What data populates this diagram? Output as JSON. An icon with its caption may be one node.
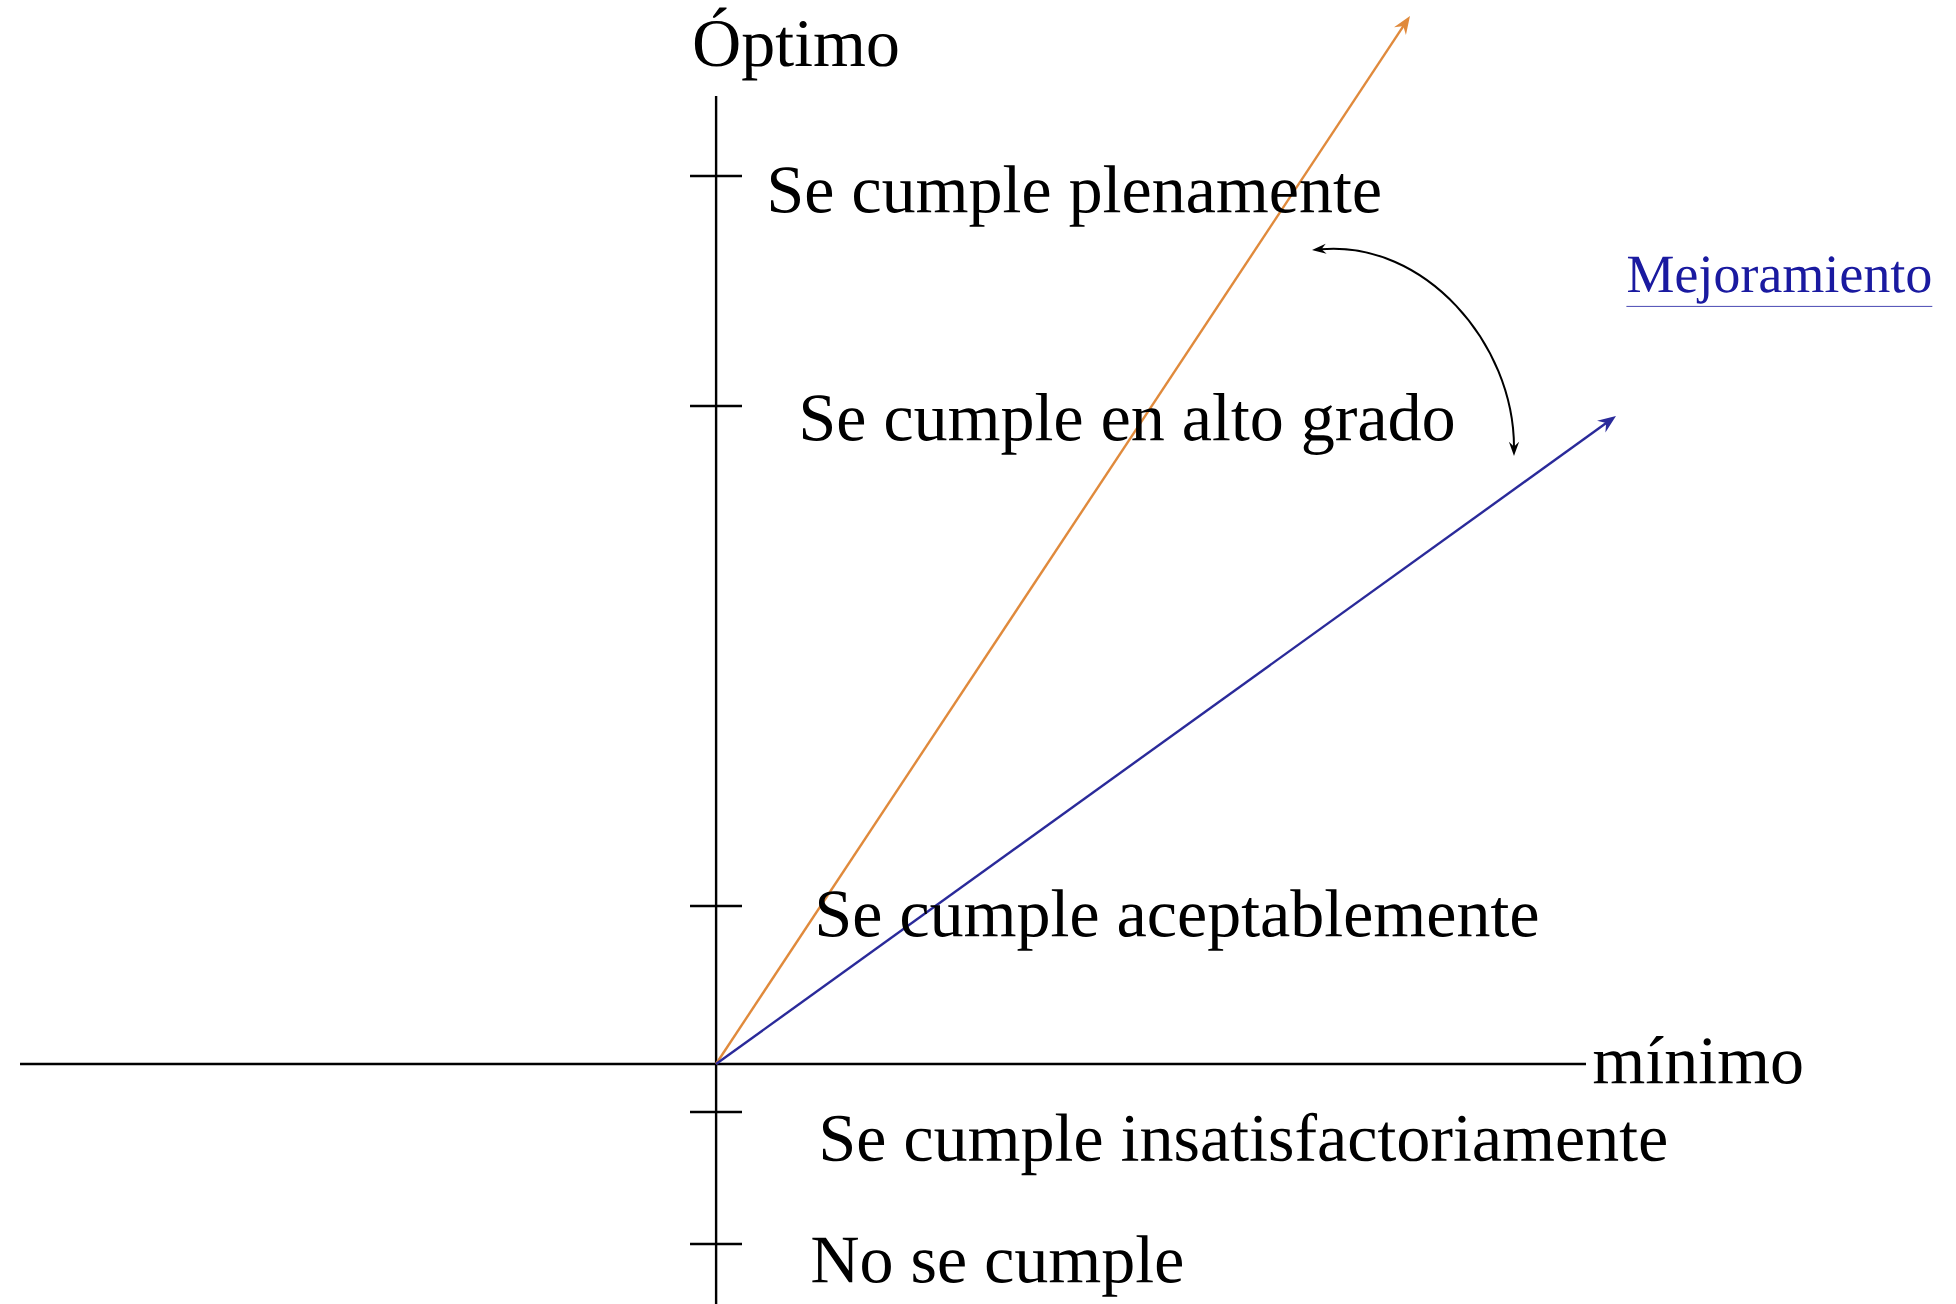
{
  "diagram": {
    "labels": [
      "Óptimo",
      "Se cumple plenamente",
      "Mejoramiento",
      "Se cumple en alto grado",
      "Se cumple aceptablemente",
      "mínimo",
      "Se cumple insatisfactoriamente",
      "No se cumple"
    ]
  }
}
